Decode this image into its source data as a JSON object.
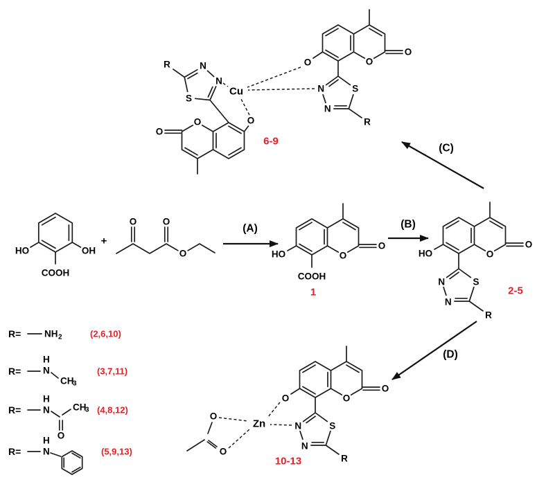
{
  "colors": {
    "accent_red": "#ed1c24",
    "bond": "#1c1c1c"
  },
  "compound_ids": {
    "acid_coumarin": "1",
    "thiadiazole_ligands": "2-5",
    "cu_complexes": "6-9",
    "zn_complexes": "10-13"
  },
  "steps": {
    "a": "(A)",
    "b": "(B)",
    "c": "(C)",
    "d": "(D)"
  },
  "operators": {
    "plus": "+"
  },
  "atoms": {
    "O": "O",
    "N": "N",
    "S": "S",
    "HO": "HO",
    "OH": "OH",
    "COOH": "COOH",
    "Cu": "Cu",
    "Zn": "Zn",
    "R": "R",
    "H": "H",
    "NH": "NH",
    "CH": "CH",
    "sub2": "2",
    "sub3": "3"
  },
  "legend": {
    "r_label": "R=",
    "rows": [
      {
        "substituent": "NH2",
        "ids": "(2,6,10)"
      },
      {
        "substituent": "NHCH3",
        "ids": "(3,7,11)"
      },
      {
        "substituent": "NHC(O)CH3",
        "ids": "(4,8,12)"
      },
      {
        "substituent": "NHC6H5",
        "ids": "(5,9,13)"
      }
    ]
  }
}
